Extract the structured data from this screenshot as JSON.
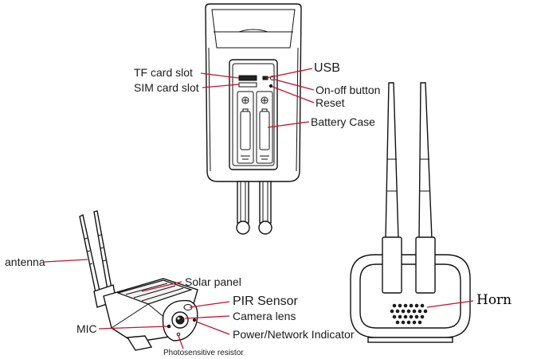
{
  "labels": {
    "tf_card_slot": "TF card slot",
    "sim_card_slot": "SIM card slot",
    "usb": "USB",
    "on_off_button": "On-off button",
    "reset": "Reset",
    "battery_case": "Battery  Case",
    "antenna": "antenna",
    "solar_panel": "Solar panel",
    "pir_sensor": "PIR  Sensor",
    "camera_lens": "Camera lens",
    "mic": "MIC",
    "power_network_indicator": "Power/Network Indicator",
    "photosensitive_resistor": "Photosensitive resistor",
    "horn": "Horn"
  },
  "colors": {
    "leader_line": "#c8102e",
    "outline": "#111111",
    "text": "#1a1a1a"
  }
}
